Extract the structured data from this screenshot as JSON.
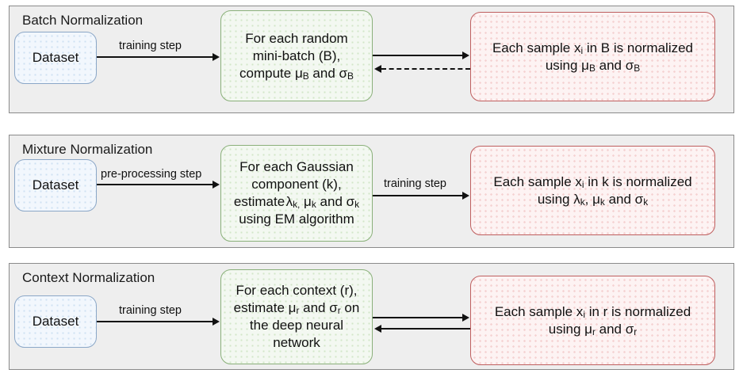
{
  "diagram": {
    "title_hidden": "",
    "panels": [
      {
        "id": "batch",
        "title": "Batch Normalization",
        "dataset_label": "Dataset",
        "edge1_label": "training step",
        "process_lines": [
          "For each random",
          "mini-batch (B),",
          "compute μB and σB"
        ],
        "process_text": "For each random mini-batch (B), compute μB and σB",
        "result_lines": [
          "Each sample xi in B is normalized",
          "using μB and σB"
        ],
        "result_text": "Each sample xi in B is normalized using μB and σB",
        "edge2_label": "",
        "feedback_style": "dashed",
        "feedback_direction": "left"
      },
      {
        "id": "mixture",
        "title": "Mixture Normalization",
        "dataset_label": "Dataset",
        "edge1_label": "pre-processing step",
        "process_lines": [
          "For each Gaussian",
          "component (k),",
          "estimate λk, μk and σk",
          "using EM algorithm"
        ],
        "process_text": "For each Gaussian component (k), estimate λk, μk and σk using EM algorithm",
        "result_lines": [
          "Each sample xi in k is normalized",
          "using λk, μk and σk"
        ],
        "result_text": "Each sample xi in k is normalized using λk, μk and σk",
        "edge2_label": "training step",
        "feedback_style": "none",
        "feedback_direction": "none"
      },
      {
        "id": "context",
        "title": "Context Normalization",
        "dataset_label": "Dataset",
        "edge1_label": "training step",
        "process_lines": [
          "For each context (r),",
          "estimate μr and σr on",
          "the deep neural",
          "network"
        ],
        "process_text": "For each context (r), estimate μr and σr on the deep neural network",
        "result_lines": [
          "Each sample xi in r is normalized",
          "using μr and σr"
        ],
        "result_text": "Each sample xi in r is normalized using μr and σr",
        "edge2_label": "",
        "feedback_style": "solid",
        "feedback_direction": "left"
      }
    ],
    "colors": {
      "panel_background": "#eeeeee",
      "panel_border": "#8a8a8a",
      "dataset_border": "#8ba7c7",
      "dataset_fill": "#f2f7fd",
      "process_border": "#8ab07a",
      "process_fill": "#f3f8f1",
      "result_border": "#bf5f5f",
      "result_fill": "#fdf3f3",
      "connector": "#111111",
      "text": "#1a1a1a"
    }
  }
}
